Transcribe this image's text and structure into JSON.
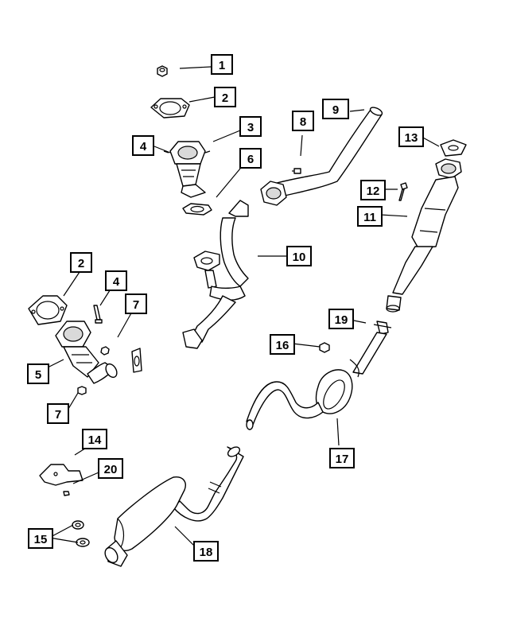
{
  "callouts": [
    {
      "id": "c1",
      "label": "1"
    },
    {
      "id": "c2a",
      "label": "2"
    },
    {
      "id": "c3",
      "label": "3"
    },
    {
      "id": "c4a",
      "label": "4"
    },
    {
      "id": "c6",
      "label": "6"
    },
    {
      "id": "c8",
      "label": "8"
    },
    {
      "id": "c9",
      "label": "9"
    },
    {
      "id": "c13",
      "label": "13"
    },
    {
      "id": "c12",
      "label": "12"
    },
    {
      "id": "c11",
      "label": "11"
    },
    {
      "id": "c10",
      "label": "10"
    },
    {
      "id": "c2b",
      "label": "2"
    },
    {
      "id": "c4b",
      "label": "4"
    },
    {
      "id": "c7a",
      "label": "7"
    },
    {
      "id": "c5",
      "label": "5"
    },
    {
      "id": "c7b",
      "label": "7"
    },
    {
      "id": "c19",
      "label": "19"
    },
    {
      "id": "c16",
      "label": "16"
    },
    {
      "id": "c17",
      "label": "17"
    },
    {
      "id": "c14",
      "label": "14"
    },
    {
      "id": "c20",
      "label": "20"
    },
    {
      "id": "c15",
      "label": "15"
    },
    {
      "id": "c18",
      "label": "18"
    }
  ]
}
